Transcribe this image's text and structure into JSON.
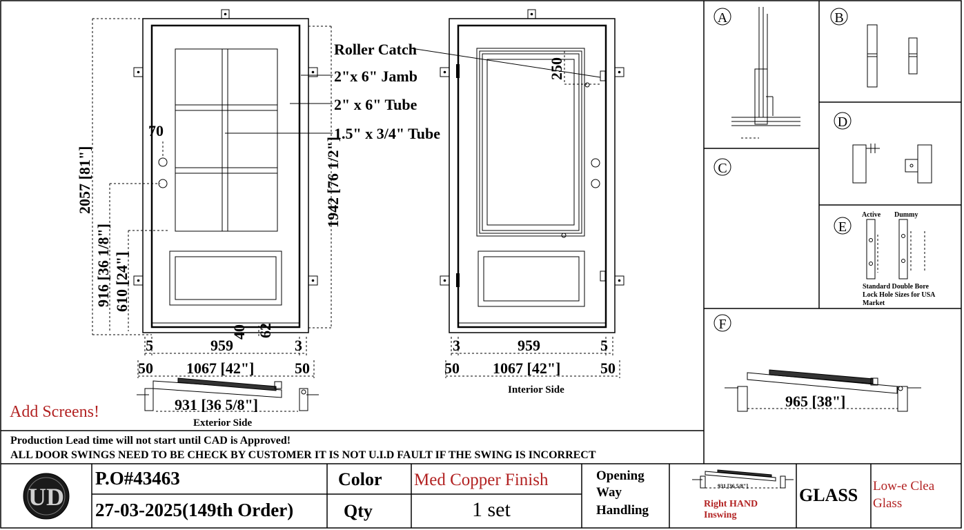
{
  "annotations": {
    "roller_catch": "Roller Catch",
    "jamb": "2\"x 6\" Jamb",
    "tube": "2\" x 6\" Tube",
    "small_tube": "1.5\" x 3/4\" Tube"
  },
  "exterior": {
    "caption": "Exterior Side",
    "dim_height": "2057 [81\"]",
    "dim_inner_height": "1942 [76 1/2\"]",
    "dim_lock1": "916 [36 1/8\"]",
    "dim_lock2": "610 [24\"]",
    "dim_70": "70",
    "dim_40": "40",
    "dim_62": "62",
    "dim_left": "5",
    "dim_width": "959",
    "dim_right": "3",
    "dim_jamb_l": "50",
    "dim_total": "1067 [42\"]",
    "dim_jamb_r": "50",
    "dim_clear": "931 [36 5/8\"]"
  },
  "interior": {
    "caption": "Interior Side",
    "dim_250": "250",
    "dim_left": "3",
    "dim_width": "959",
    "dim_right": "5",
    "dim_jamb_l": "50",
    "dim_total": "1067 [42\"]",
    "dim_jamb_r": "50"
  },
  "panels": {
    "a": "A",
    "b": "B",
    "c": "C",
    "d": "D",
    "e": "E",
    "f": "F",
    "e_active": "Active",
    "e_dummy": "Dummy",
    "e_note_1": "Standard Double Bore",
    "e_note_2": "Lock Hole Sizes for USA",
    "e_note_3": "Market",
    "f_dim": "965 [38\"]"
  },
  "notes": {
    "add_screens": "Add Screens!",
    "lead_time": "Production Lead time will not start until CAD is Approved!",
    "swing_warning": "ALL DOOR SWINGS NEED TO BE CHECK BY CUSTOMER IT IS NOT U.I.D FAULT IF THE SWING IS  INCORRECT"
  },
  "title_block": {
    "logo_text": "UD",
    "po": "P.O#43463",
    "date_order": "27-03-2025(149th Order)",
    "color_label": "Color",
    "color_value": "Med Copper Finish",
    "qty_label": "Qty",
    "qty_value": "1 set",
    "opening_1": "Opening",
    "opening_2": "Way",
    "opening_3": "Handling",
    "mini_dim": "931 [36 5/8\"]",
    "swing_1": "Right HAND",
    "swing_2": "Inswing",
    "glass_label": "GLASS",
    "glass_1": "Low-e Clea",
    "glass_2": "Glass"
  },
  "colors": {
    "accent_red": "#b22222",
    "line": "#000000"
  }
}
